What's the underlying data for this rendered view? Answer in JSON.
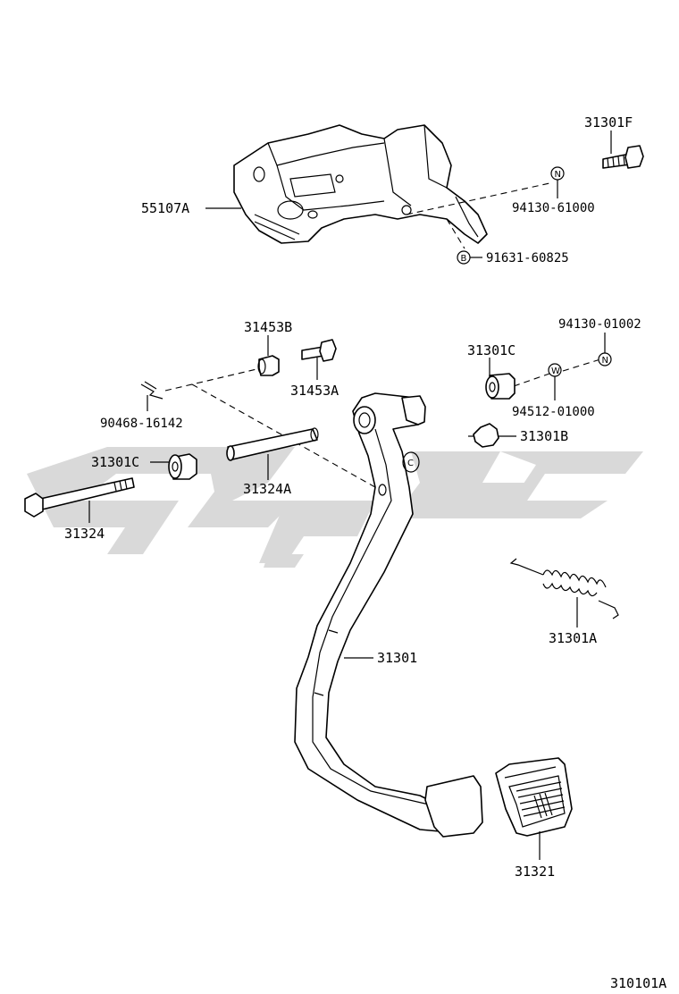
{
  "labels": {
    "p55107A": "55107A",
    "p31301F": "31301F",
    "p94130_61000": "94130-61000",
    "p91631_60825": "91631-60825",
    "p31453B": "31453B",
    "p31453A": "31453A",
    "p90468_16142": "90468-16142",
    "p94130_01002": "94130-01002",
    "p31301C_right": "31301C",
    "p94512_01000": "94512-01000",
    "p31301B": "31301B",
    "p31301C_left": "31301C",
    "p31324A": "31324A",
    "p31324": "31324",
    "p31301": "31301",
    "p31301A": "31301A",
    "p31321": "31321",
    "diagram_code": "310101A"
  },
  "symbols": {
    "nut": "N",
    "bolt": "B",
    "washer": "W",
    "clip": "C"
  },
  "colors": {
    "watermark": "#d9d9d9",
    "line": "#000000"
  }
}
